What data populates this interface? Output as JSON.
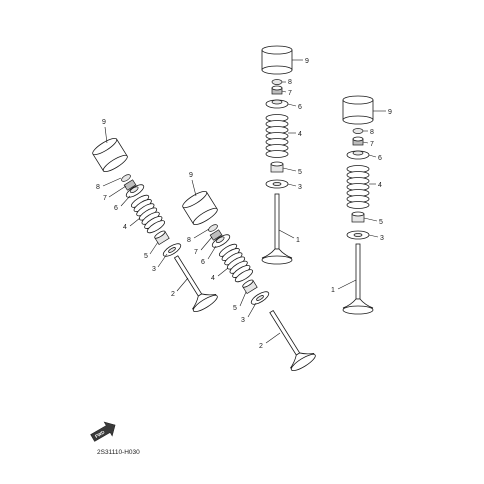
{
  "diagram_code": "2S31110-H030",
  "fwd_label": "FWD",
  "part_numbers": {
    "p1": "1",
    "p2": "2",
    "p3": "3",
    "p4": "4",
    "p5": "5",
    "p6": "6",
    "p7": "7",
    "p8": "8",
    "p9": "9"
  }
}
